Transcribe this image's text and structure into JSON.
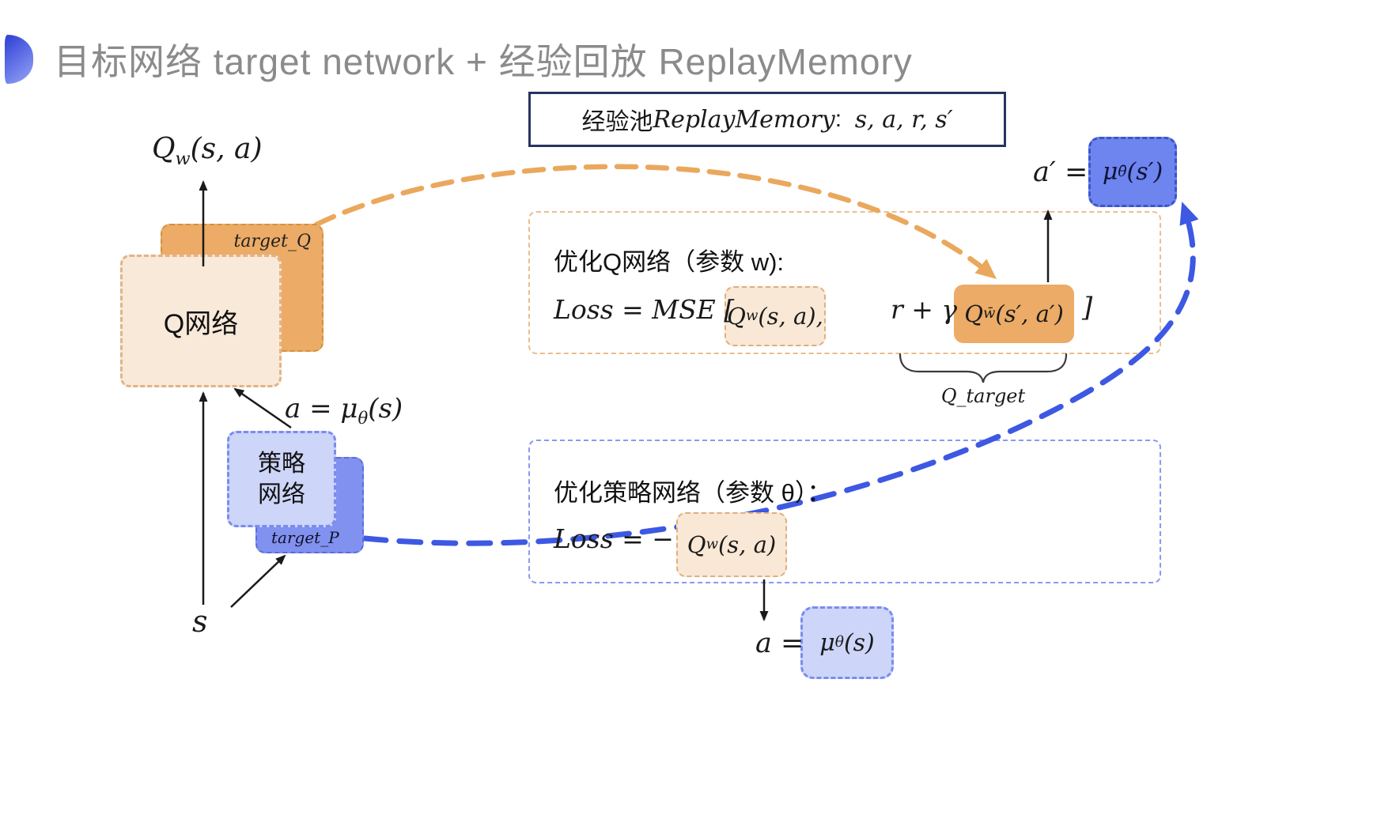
{
  "slide": {
    "title": "目标网络 target network + 经验回放 ReplayMemory"
  },
  "replay_pool": {
    "label_cn": "经验池 ",
    "name": "ReplayMemory",
    "separator": ":  ",
    "tuple": "s, a, r, s′"
  },
  "q_network": {
    "card_label": "Q网络",
    "target_card_label": "target_Q",
    "output": {
      "base": "Q",
      "sub": "w",
      "args": "(s, a)"
    }
  },
  "policy_network": {
    "card_label_line1": "策略",
    "card_label_line2": "网络",
    "target_card_label": "target_P",
    "action": {
      "lhs": "a = μ",
      "sub": "θ",
      "args": "(s)"
    }
  },
  "state": {
    "symbol": "s"
  },
  "optimize_q": {
    "heading": "优化Q网络（参数 w):",
    "loss_prefix": "Loss = MSE [",
    "q_term": {
      "base": "Q",
      "sub": "w",
      "args": "(s, a),"
    },
    "target_coeff": "r + γ",
    "target_term": {
      "base": "Q",
      "sub": "w̄",
      "args": "(s′, a′)"
    },
    "closing_bracket": "]",
    "brace_label": "Q_target"
  },
  "next_action": {
    "lhs": "a′ =",
    "term": {
      "base": "μ",
      "sub": "θ̄",
      "args": "(s′)"
    }
  },
  "optimize_policy": {
    "heading": "优化策略网络（参数 θ）：",
    "loss_prefix": "Loss = −",
    "q_term": {
      "base": "Q",
      "sub": "w",
      "args": "(s, a)"
    }
  },
  "current_action": {
    "lhs": "a =",
    "term": {
      "base": "μ",
      "sub": "θ",
      "args": "(s)"
    }
  },
  "colors": {
    "orange_solid": "#ecab66",
    "orange_light": "#f9e8d6",
    "orange_border": "#e2b388",
    "blue_solid": "#6e84ee",
    "blue_light": "#cdd5f8",
    "blue_border": "#7a8bf0",
    "curve_orange": "#eaa85d",
    "curve_blue": "#3d58e2",
    "navy_border": "#27355e",
    "title_gray": "#8b8b8b"
  }
}
